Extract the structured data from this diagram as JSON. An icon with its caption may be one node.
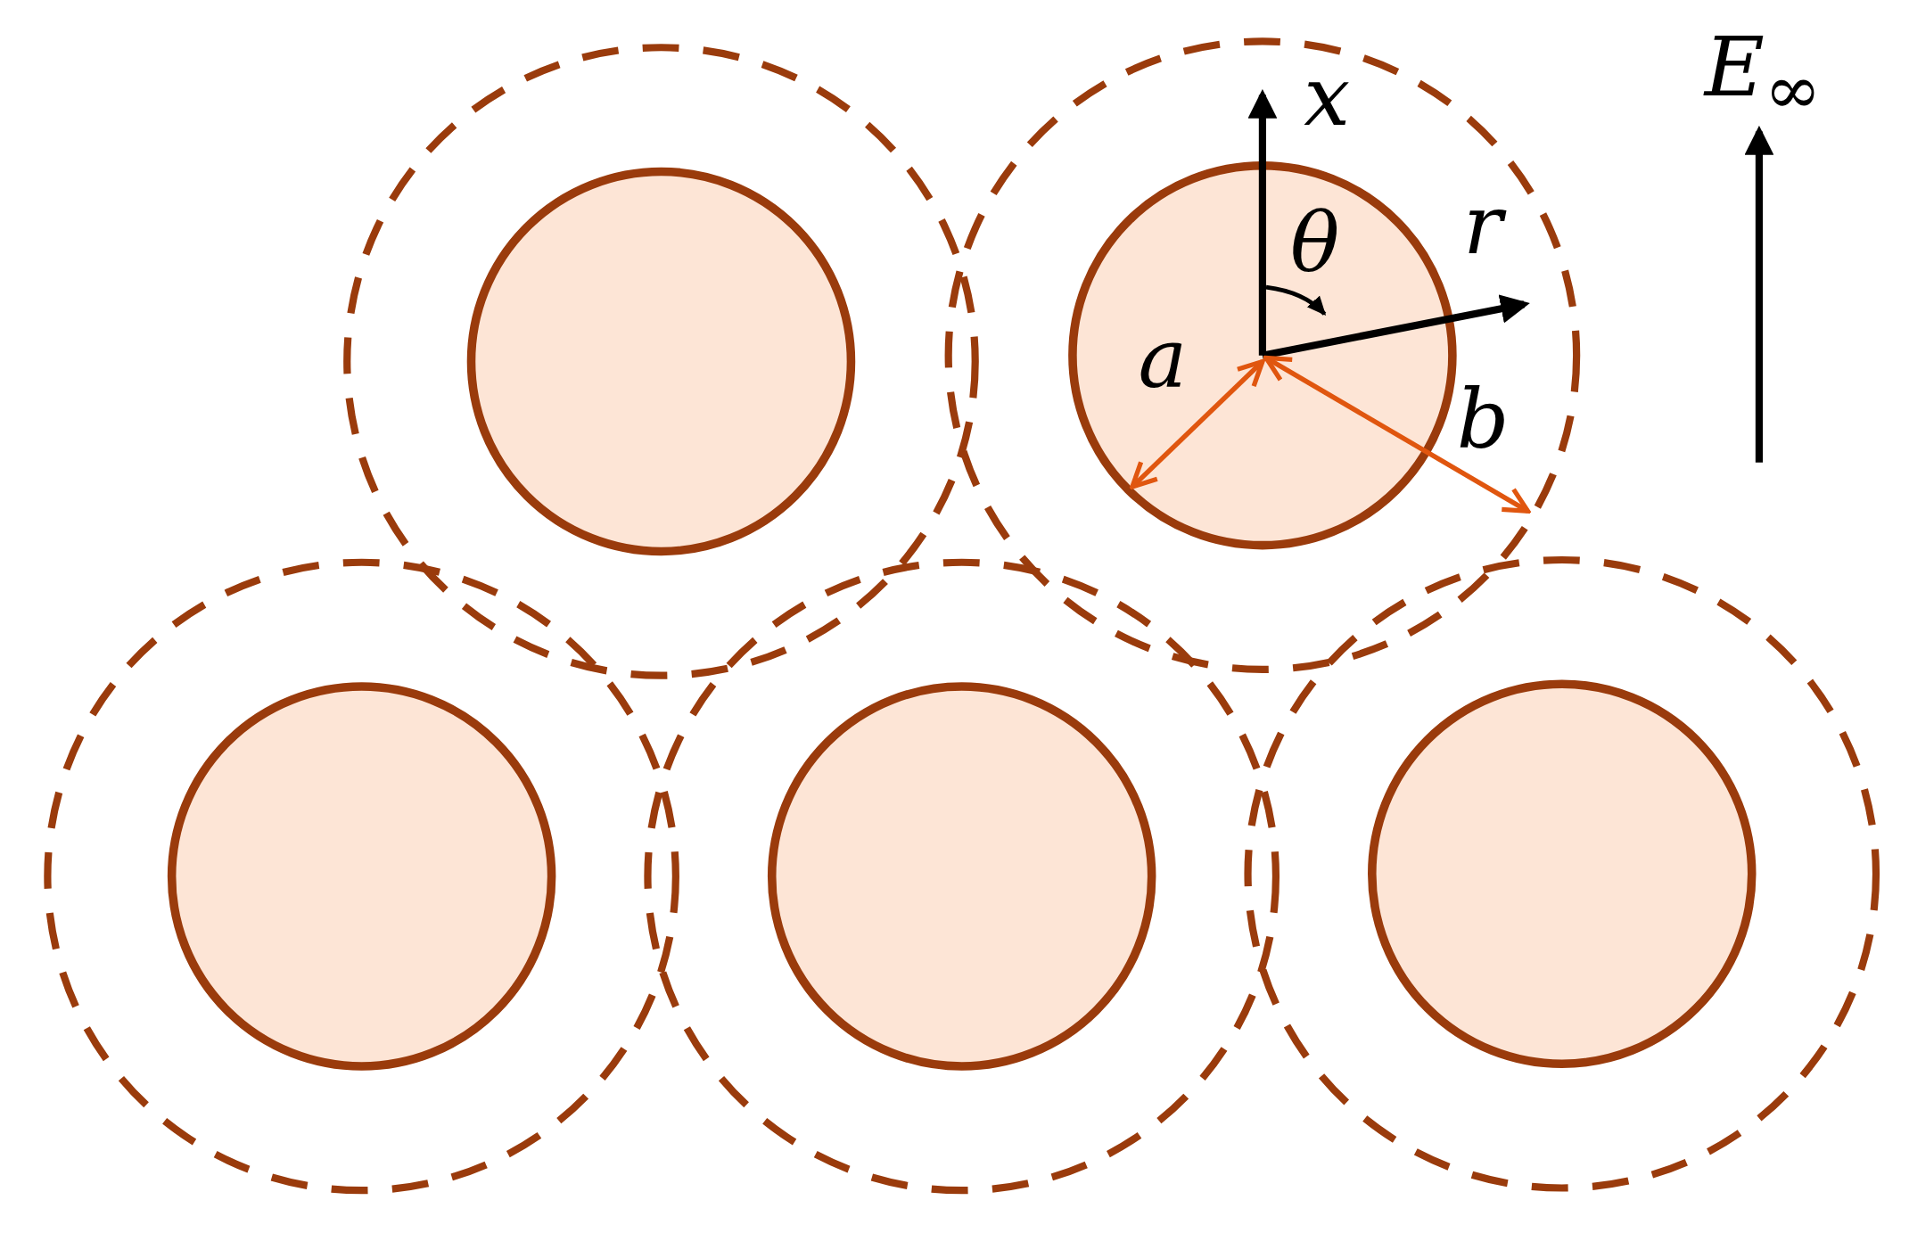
{
  "diagram": {
    "labels": [
      "x",
      "θ",
      "r",
      "a",
      "b",
      "E$_{∞}$"
    ]
  }
}
